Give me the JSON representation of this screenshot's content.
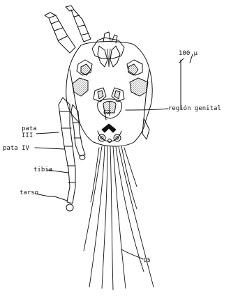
{
  "labels": {
    "scale": "100 μ",
    "region_genital": "región genital",
    "pata_iii_line1": "pata",
    "pata_iii_line2": "III",
    "pata_iv": "pata IV",
    "tibia": "tibia",
    "tarso": "tarso",
    "c2": "C2",
    "d5": "D5"
  },
  "colors": {
    "ink": "#111111",
    "background": "#ffffff"
  }
}
